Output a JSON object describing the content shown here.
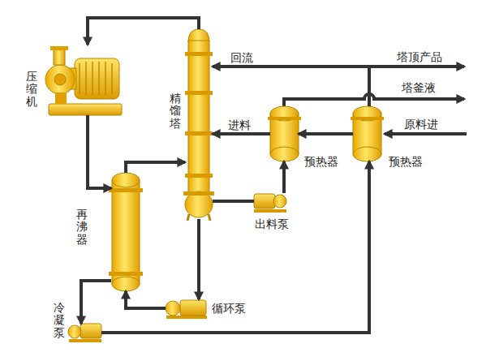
{
  "diagram": {
    "nodes": [
      {
        "text": [
          "压缩机"
        ]
      },
      {
        "text": [
          "精馏塔"
        ]
      },
      {
        "text": [
          "再沸器"
        ]
      },
      {
        "text": [
          "预热器"
        ]
      },
      {
        "text": [
          "预热器"
        ]
      },
      {
        "text": [
          "出料泵"
        ]
      },
      {
        "text": [
          "循环泵"
        ]
      },
      {
        "text": [
          "冷凝泵"
        ]
      }
    ],
    "edges": [
      {
        "from": 1,
        "to": 0,
        "arrow": "to"
      },
      {
        "from": 0,
        "to": 2,
        "arrow": "to"
      },
      {
        "from": 2,
        "to": 1,
        "arrow": "to"
      },
      {
        "from": 2,
        "to": 7,
        "arrow": "to"
      },
      {
        "from": 7,
        "to": 4,
        "arrow": "to"
      },
      {
        "from": 4,
        "to": 1,
        "label": "回流",
        "arrow": "to"
      },
      {
        "from": 4,
        "to": 3,
        "arrow": "to"
      },
      {
        "from": 3,
        "to": 1,
        "label": "进料",
        "arrow": "to"
      },
      {
        "from": 1,
        "to": 5,
        "arrow": "none"
      },
      {
        "from": 5,
        "to": 3,
        "arrow": "to"
      },
      {
        "from": 1,
        "to": 6,
        "arrow": "to"
      },
      {
        "from": 6,
        "to": 2,
        "arrow": "to"
      }
    ],
    "labels": [
      "塔顶产品",
      "塔釜液",
      "原料进"
    ]
  }
}
